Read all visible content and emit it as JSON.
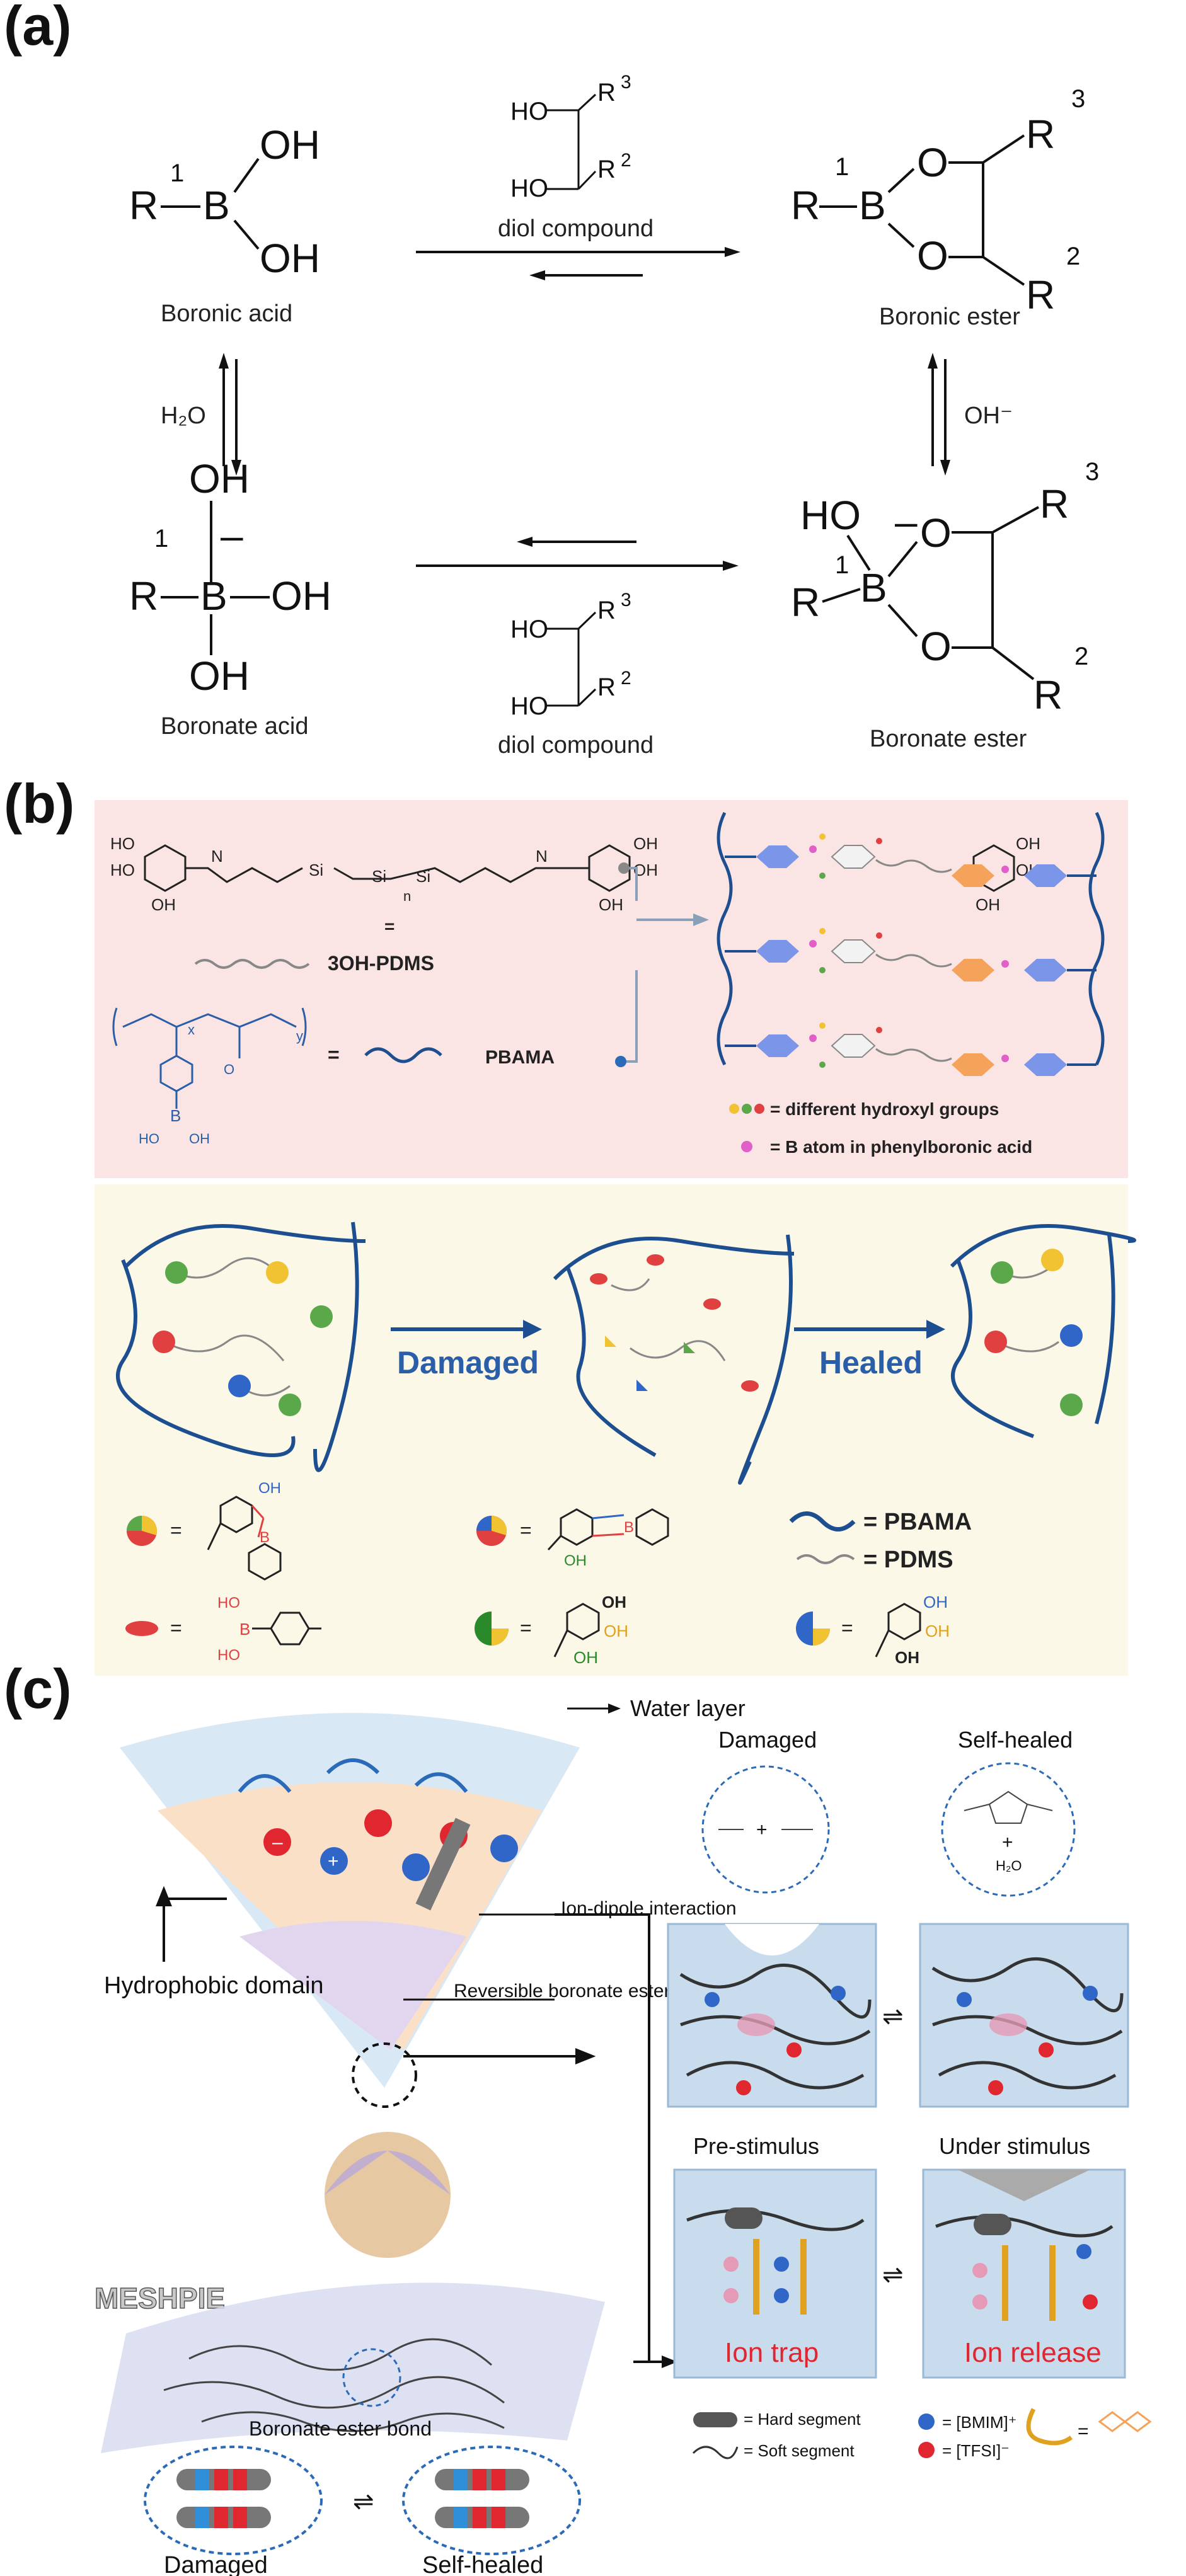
{
  "panels": {
    "a": {
      "label": "(a)",
      "boronic_acid": "Boronic acid",
      "boronic_ester": "Boronic ester",
      "boronate_acid": "Boronate acid",
      "boronate_ester": "Boronate ester",
      "diol_top": "diol compound",
      "diol_bottom": "diol compound",
      "water": "H₂O",
      "hydroxide": "OH⁻",
      "atoms": {
        "R": "R",
        "B": "B",
        "O": "O",
        "OH": "OH",
        "HO": "HO",
        "r1": "1",
        "r2": "2",
        "r3": "3",
        "minus": "–"
      }
    },
    "b": {
      "label": "(b)",
      "polymer_3oh": "3OH-PDMS",
      "polymer_pbama": "PBAMA",
      "equals": "=",
      "legend_hydroxyl": "= different hydroxyl groups",
      "legend_b_atom": "= B atom in phenylboronic acid",
      "damaged": "Damaged",
      "healed": "Healed",
      "legend_pbama": "= PBAMA",
      "legend_pdms": "= PDMS",
      "struct_labels": {
        "OH": "OH",
        "HO": "HO",
        "B": "B",
        "O": "O",
        "x": "x",
        "y": "y",
        "n": "n",
        "N": "N",
        "Si": "Si"
      }
    },
    "c": {
      "label": "(c)",
      "water_layer": "Water layer",
      "ion_dipole": "Ion-dipole interaction",
      "hydrophobic": "Hydrophobic domain",
      "reversible": "Reversible boronate ester bond",
      "meshpie": "MESHPIE",
      "boronate_bond": "Boronate ester bond",
      "damaged_left": "Damaged",
      "selfhealed_left": "Self-healed",
      "damaged_top": "Damaged",
      "selfhealed_top": "Self-healed",
      "pre_stimulus": "Pre-stimulus",
      "under_stimulus": "Under stimulus",
      "ion_trap": "Ion trap",
      "ion_release": "Ion release",
      "hard_segment": "= Hard segment",
      "soft_segment": "= Soft segment",
      "bmim": "= [BMIM]⁺",
      "tfsi": "= [TFSI]⁻",
      "equals": "=",
      "h2o": "H₂O",
      "plus": "+"
    }
  },
  "colors": {
    "panel_b_top_bg": "#fbe4e4",
    "panel_b_bottom_bg": "#fbf8e8",
    "polymer_blue": "#1d4e8f",
    "pdms_gray": "#888888",
    "text_blue": "#2a5ea8",
    "ion_red": "#e0262f",
    "cation_blue": "#2f66c8",
    "orange": "#f5a25a",
    "box_blue": "#c9dced"
  }
}
